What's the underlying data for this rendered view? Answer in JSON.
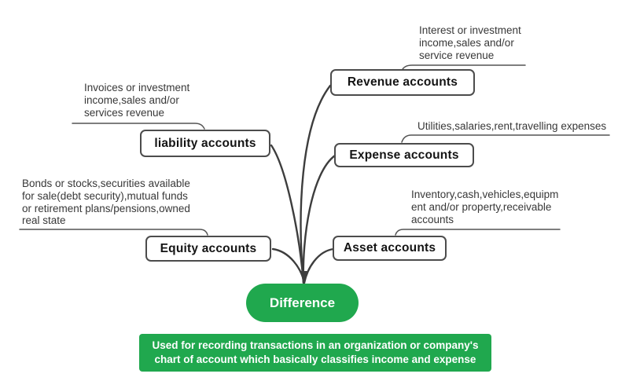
{
  "diagram": {
    "type": "mindmap",
    "center": {
      "label": "Difference"
    },
    "nodes": {
      "revenue": {
        "label": "Revenue accounts",
        "note": "Interest or investment\nincome,sales and/or\nservice revenue"
      },
      "liability": {
        "label": "liability accounts",
        "note": "Invoices or investment\nincome,sales and/or\nservices revenue"
      },
      "expense": {
        "label": "Expense accounts",
        "note": "Utilities,salaries,rent,travelling expenses"
      },
      "equity": {
        "label": "Equity accounts",
        "note": "Bonds or stocks,securities available\nfor sale(debt security),mutual funds\nor retirement plans/pensions,owned\nreal state"
      },
      "asset": {
        "label": "Asset accounts",
        "note": "Inventory,cash,vehicles,equipm\nent and/or property,receivable\naccounts"
      }
    },
    "footer": {
      "text": "Used for recording transactions in an organization or company's\nchart of account which basically classifies income and expense"
    },
    "colors": {
      "accent_green": "#20a84e",
      "branch_line": "#3d3d3d",
      "callout_line": "#545454",
      "node_border": "#4c4c4c",
      "note_text": "#383838"
    }
  }
}
